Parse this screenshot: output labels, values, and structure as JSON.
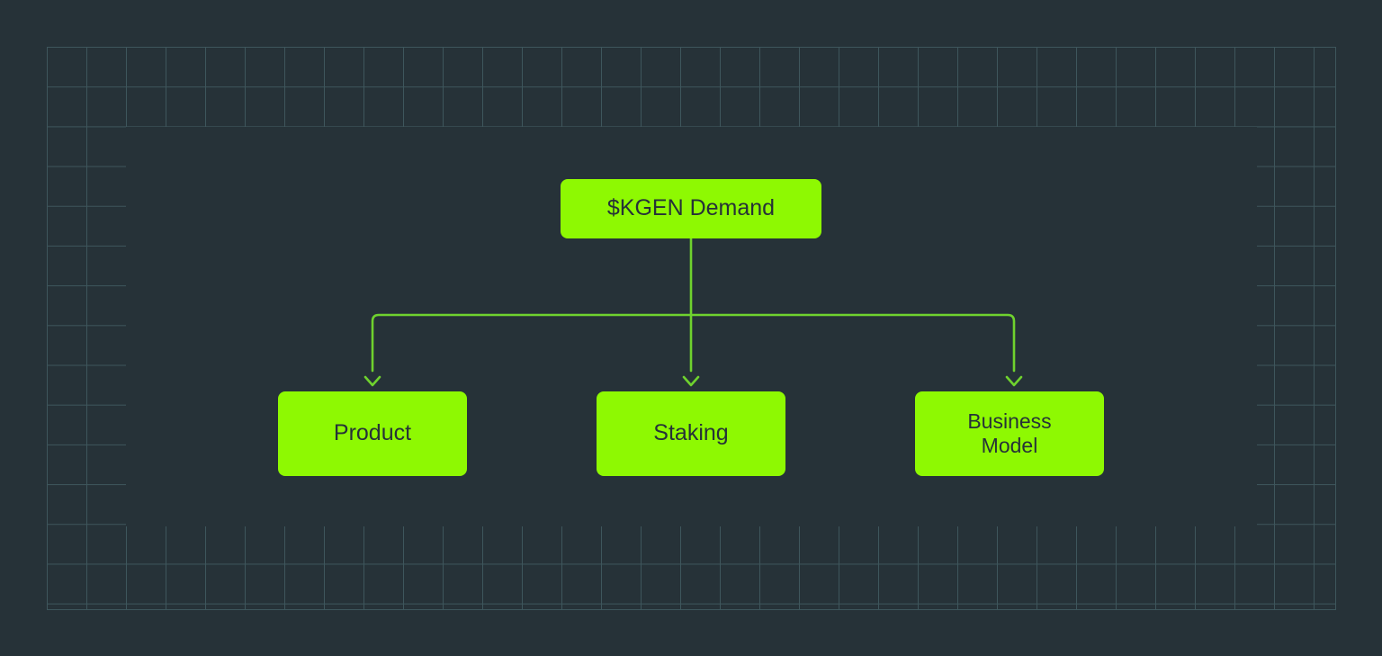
{
  "canvas": {
    "background_color": "#263238",
    "grid_line_color": "#3e565c",
    "grid_cell_size": 44
  },
  "diagram": {
    "type": "flowchart",
    "direction": "top-down",
    "node_fill_color": "#8ef902",
    "node_text_color": "#263238",
    "connector_color": "#6fd22e",
    "root": {
      "id": "root",
      "label": "$KGEN Demand"
    },
    "children": [
      {
        "id": "product",
        "label": "Product"
      },
      {
        "id": "staking",
        "label": "Staking"
      },
      {
        "id": "business-model",
        "label": "Business\nModel"
      }
    ],
    "edges": [
      {
        "from": "root",
        "to": "product"
      },
      {
        "from": "root",
        "to": "staking"
      },
      {
        "from": "root",
        "to": "business-model"
      }
    ]
  }
}
